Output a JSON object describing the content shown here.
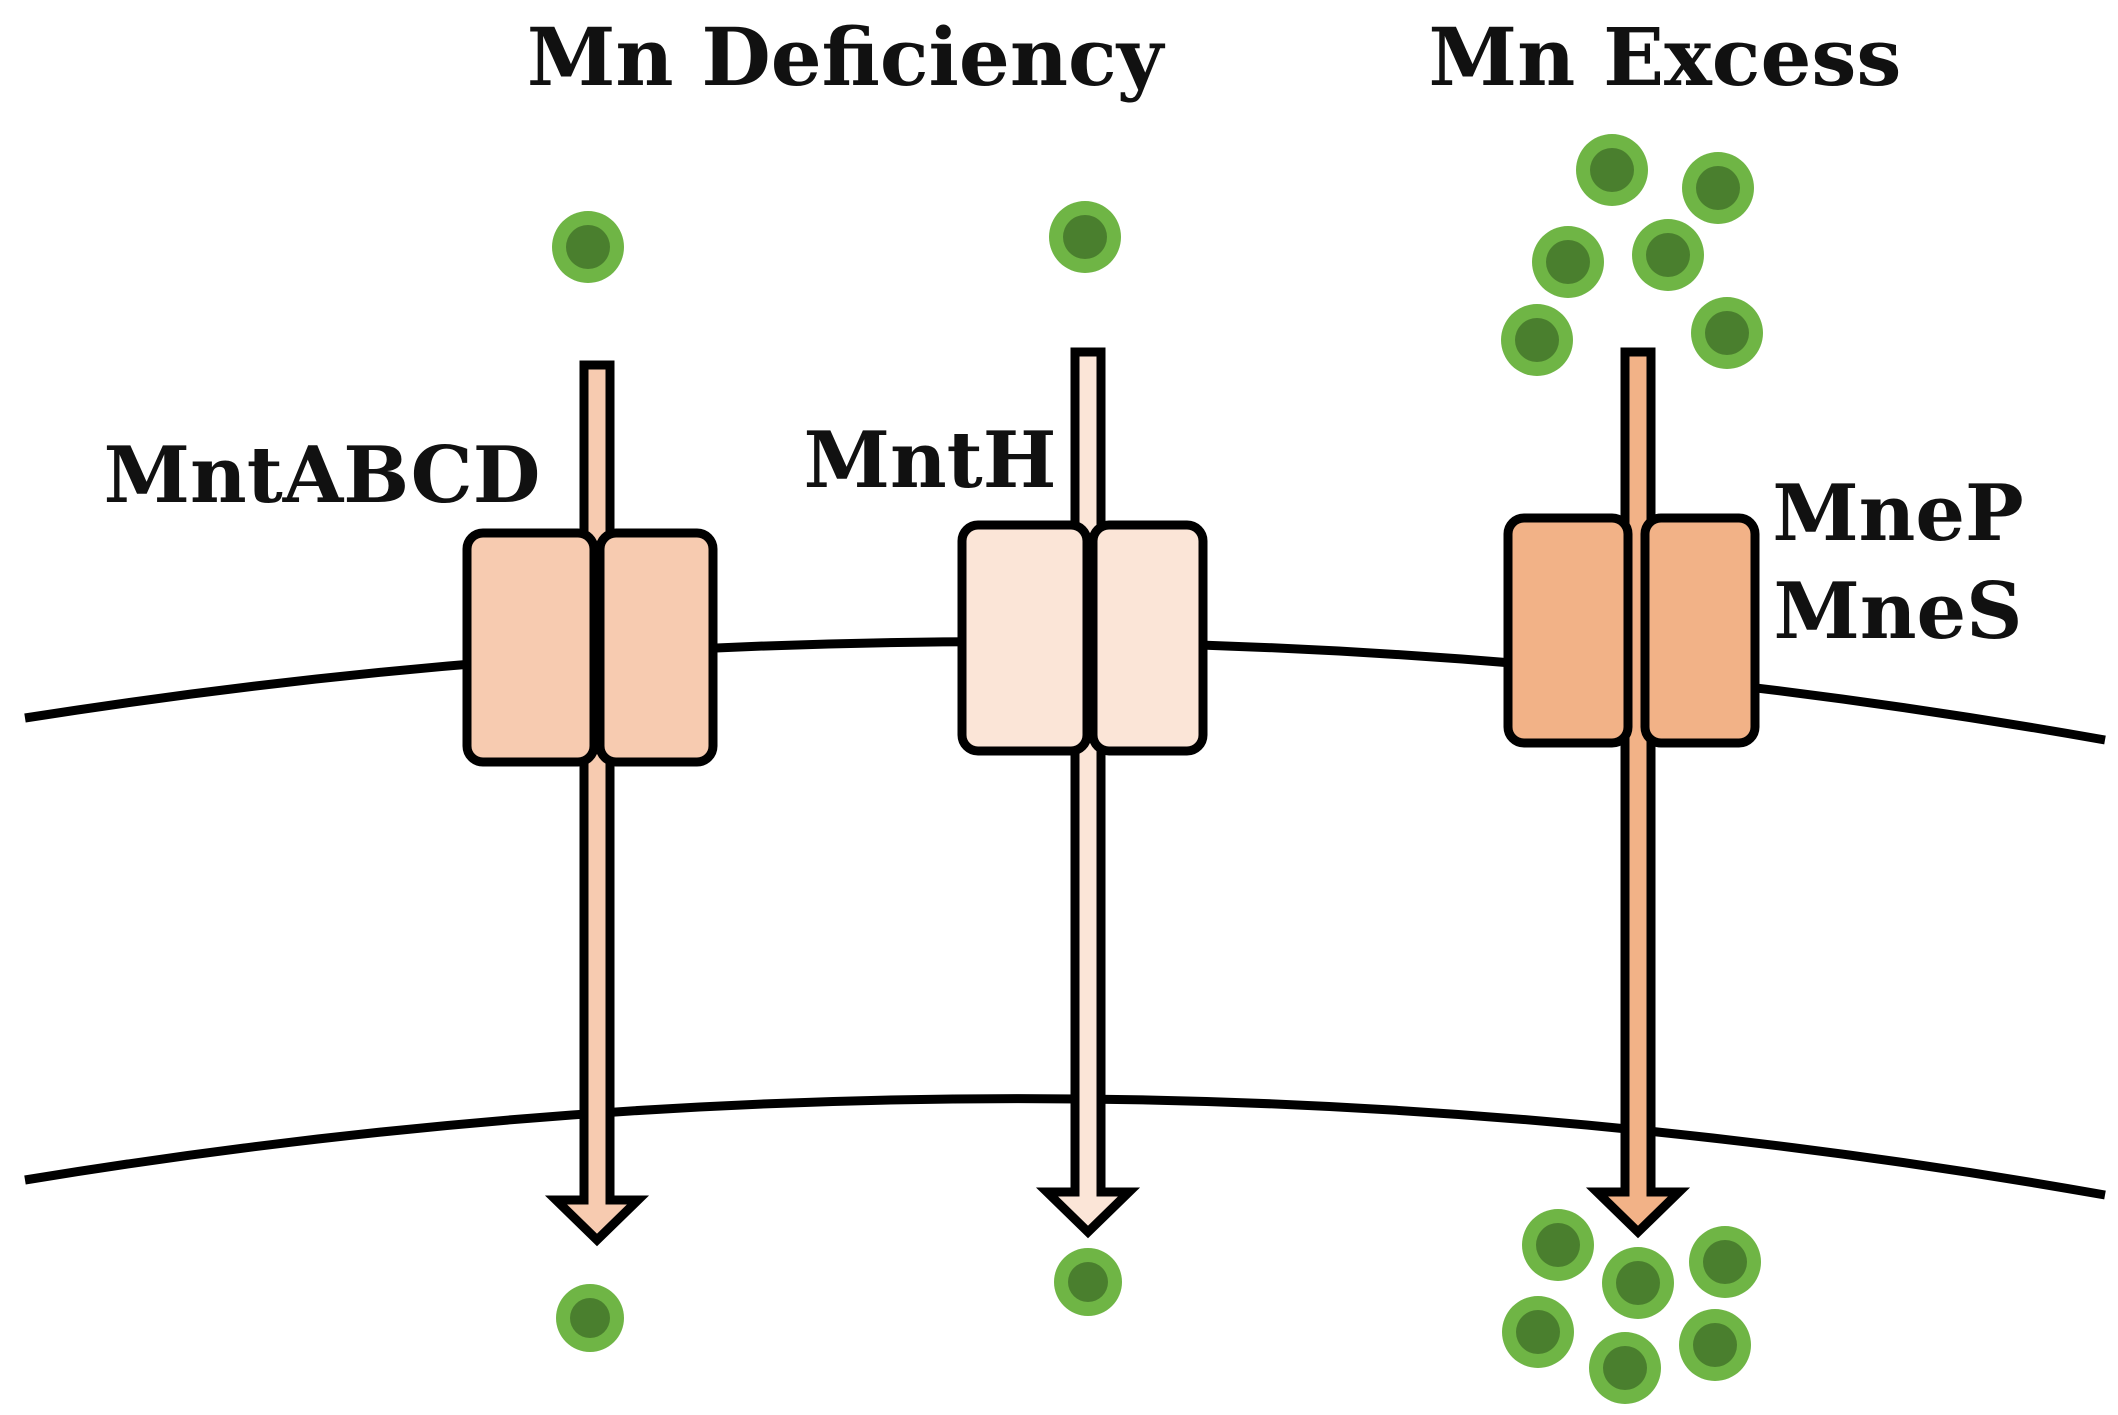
{
  "headings": {
    "deficiency": "Mn Deficiency",
    "excess": "Mn Excess"
  },
  "transporters": [
    {
      "id": "mntabcd",
      "label": "MntABCD",
      "color": "#f7cbb0"
    },
    {
      "id": "mnth",
      "label": "MntH",
      "color": "#fbe5d7"
    },
    {
      "id": "mnep-mnes",
      "label_line1": "MneP",
      "label_line2": "MneS",
      "color": "#f2b287"
    }
  ],
  "colors": {
    "mn_ion_outer": "#6fb545",
    "mn_ion_inner": "#4a7f2e",
    "membrane_line": "#000000",
    "arrow_fill_deficiency": "#f7cbb0",
    "arrow_fill_mnth": "#fbe5d7",
    "arrow_fill_excess": "#f2b287"
  },
  "icons": {
    "mn_ion": "green-circle-icon",
    "transport_direction": "down-arrow-icon"
  }
}
